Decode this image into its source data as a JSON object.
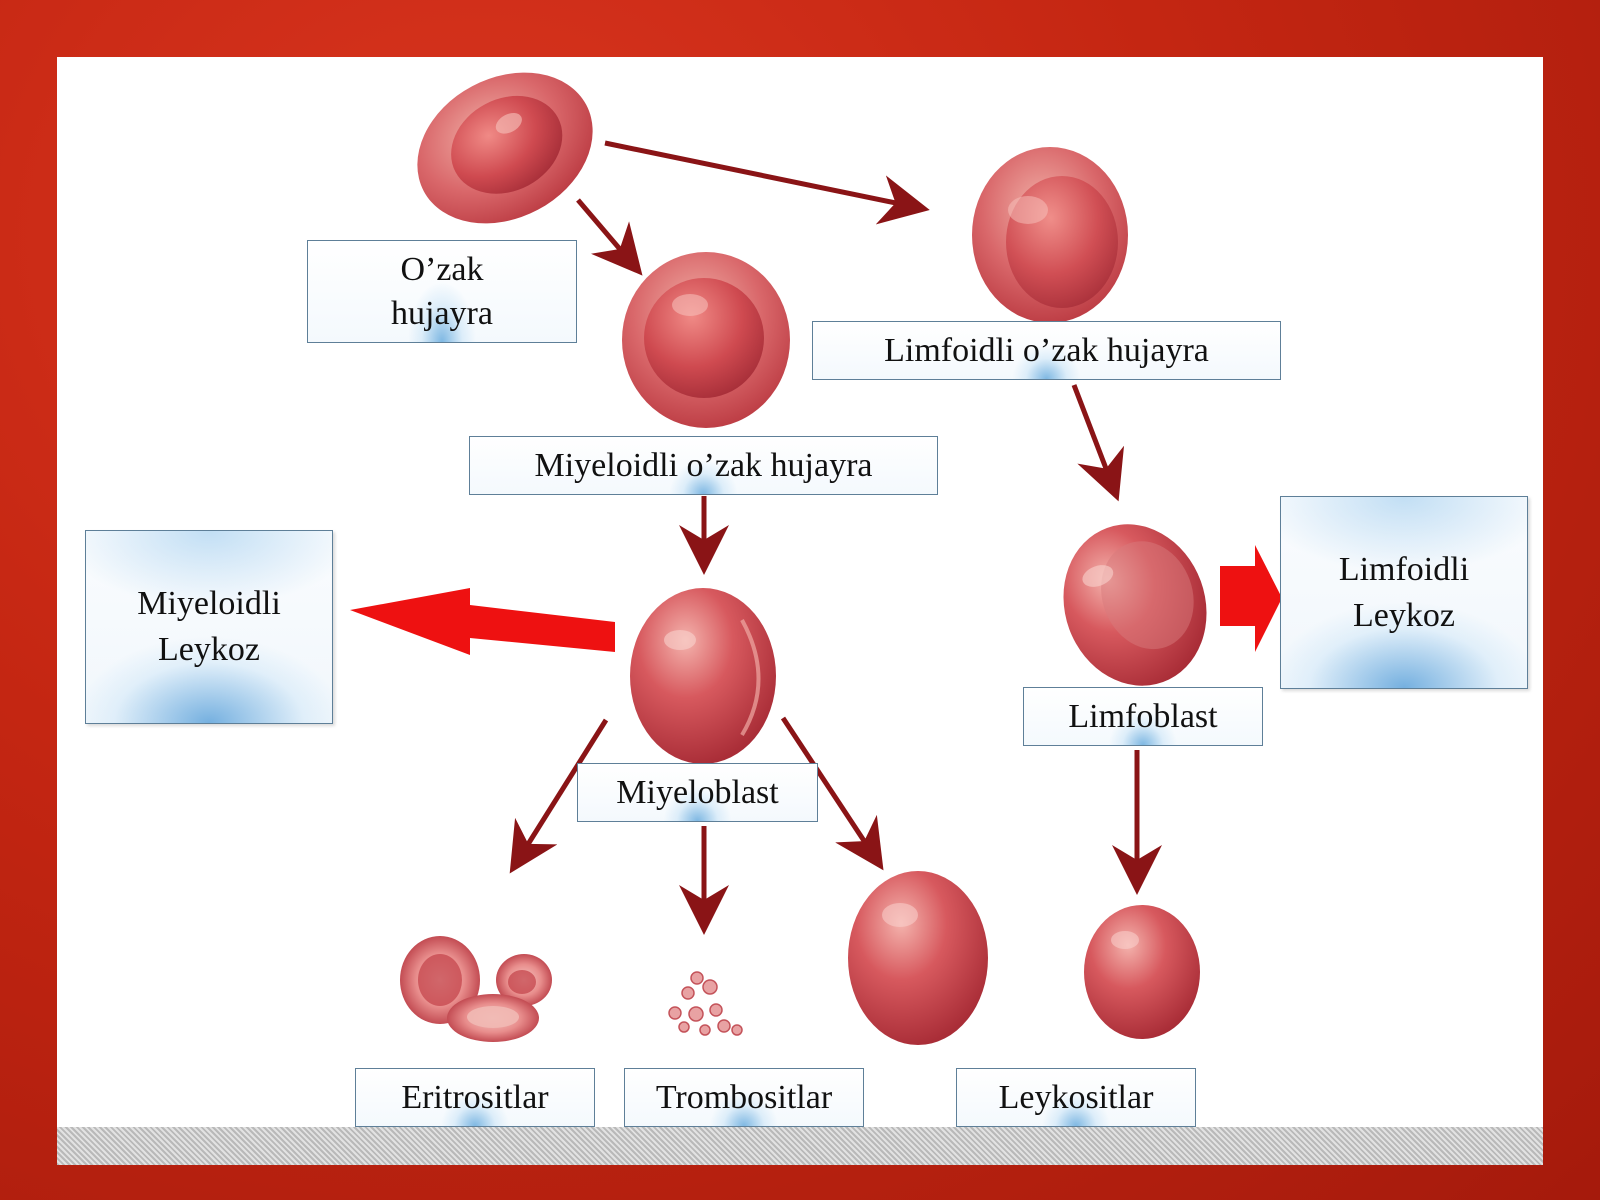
{
  "labels": {
    "stem_cell": "O’zak\nhujayra",
    "lymphoid_stem_cell": "Limfoidli o’zak hujayra",
    "myeloid_stem_cell": "Miyeloidli o’zak hujayra",
    "myeloid_leukemia": "Miyeloidli\nLeykoz",
    "lymphoid_leukemia": "Limfoidli\nLeykoz",
    "lymphoblast": "Limfoblast",
    "myeloblast": "Miyeloblast",
    "erythrocytes": "Eritrositlar",
    "thrombocytes": "Trombositlar",
    "leukocytes": "Leykositlar"
  },
  "colors": {
    "background": "#c42612",
    "arrow_thin": "#8a1416",
    "arrow_bold": "#ee1111",
    "cell": "#d0575b",
    "label_glow": "#7ab4e1"
  }
}
